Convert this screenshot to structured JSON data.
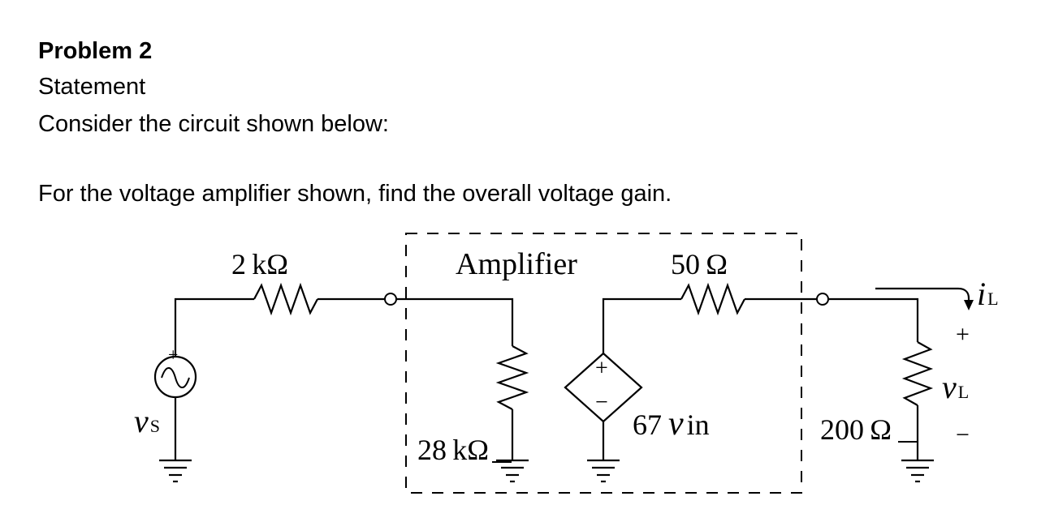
{
  "problem": {
    "title": "Problem 2",
    "label": "Statement",
    "intro": "Consider the circuit shown below:",
    "question": "For the voltage amplifier shown, find the overall voltage gain."
  },
  "circuit": {
    "source_label": "v",
    "source_sub": "S",
    "source_plus": "+",
    "source_minus": "−",
    "r_source": "2 kΩ",
    "amplifier_label": "Amplifier",
    "r_in": "28 kΩ",
    "r_out": "50 Ω",
    "dep_gain": "67",
    "dep_var": "v",
    "dep_sub": "in",
    "dep_plus": "+",
    "dep_minus": "−",
    "r_load": "200 Ω",
    "i_label": "i",
    "i_sub": "L",
    "v_plus": "+",
    "v_label": "v",
    "v_sub": "L",
    "v_minus": "−"
  }
}
